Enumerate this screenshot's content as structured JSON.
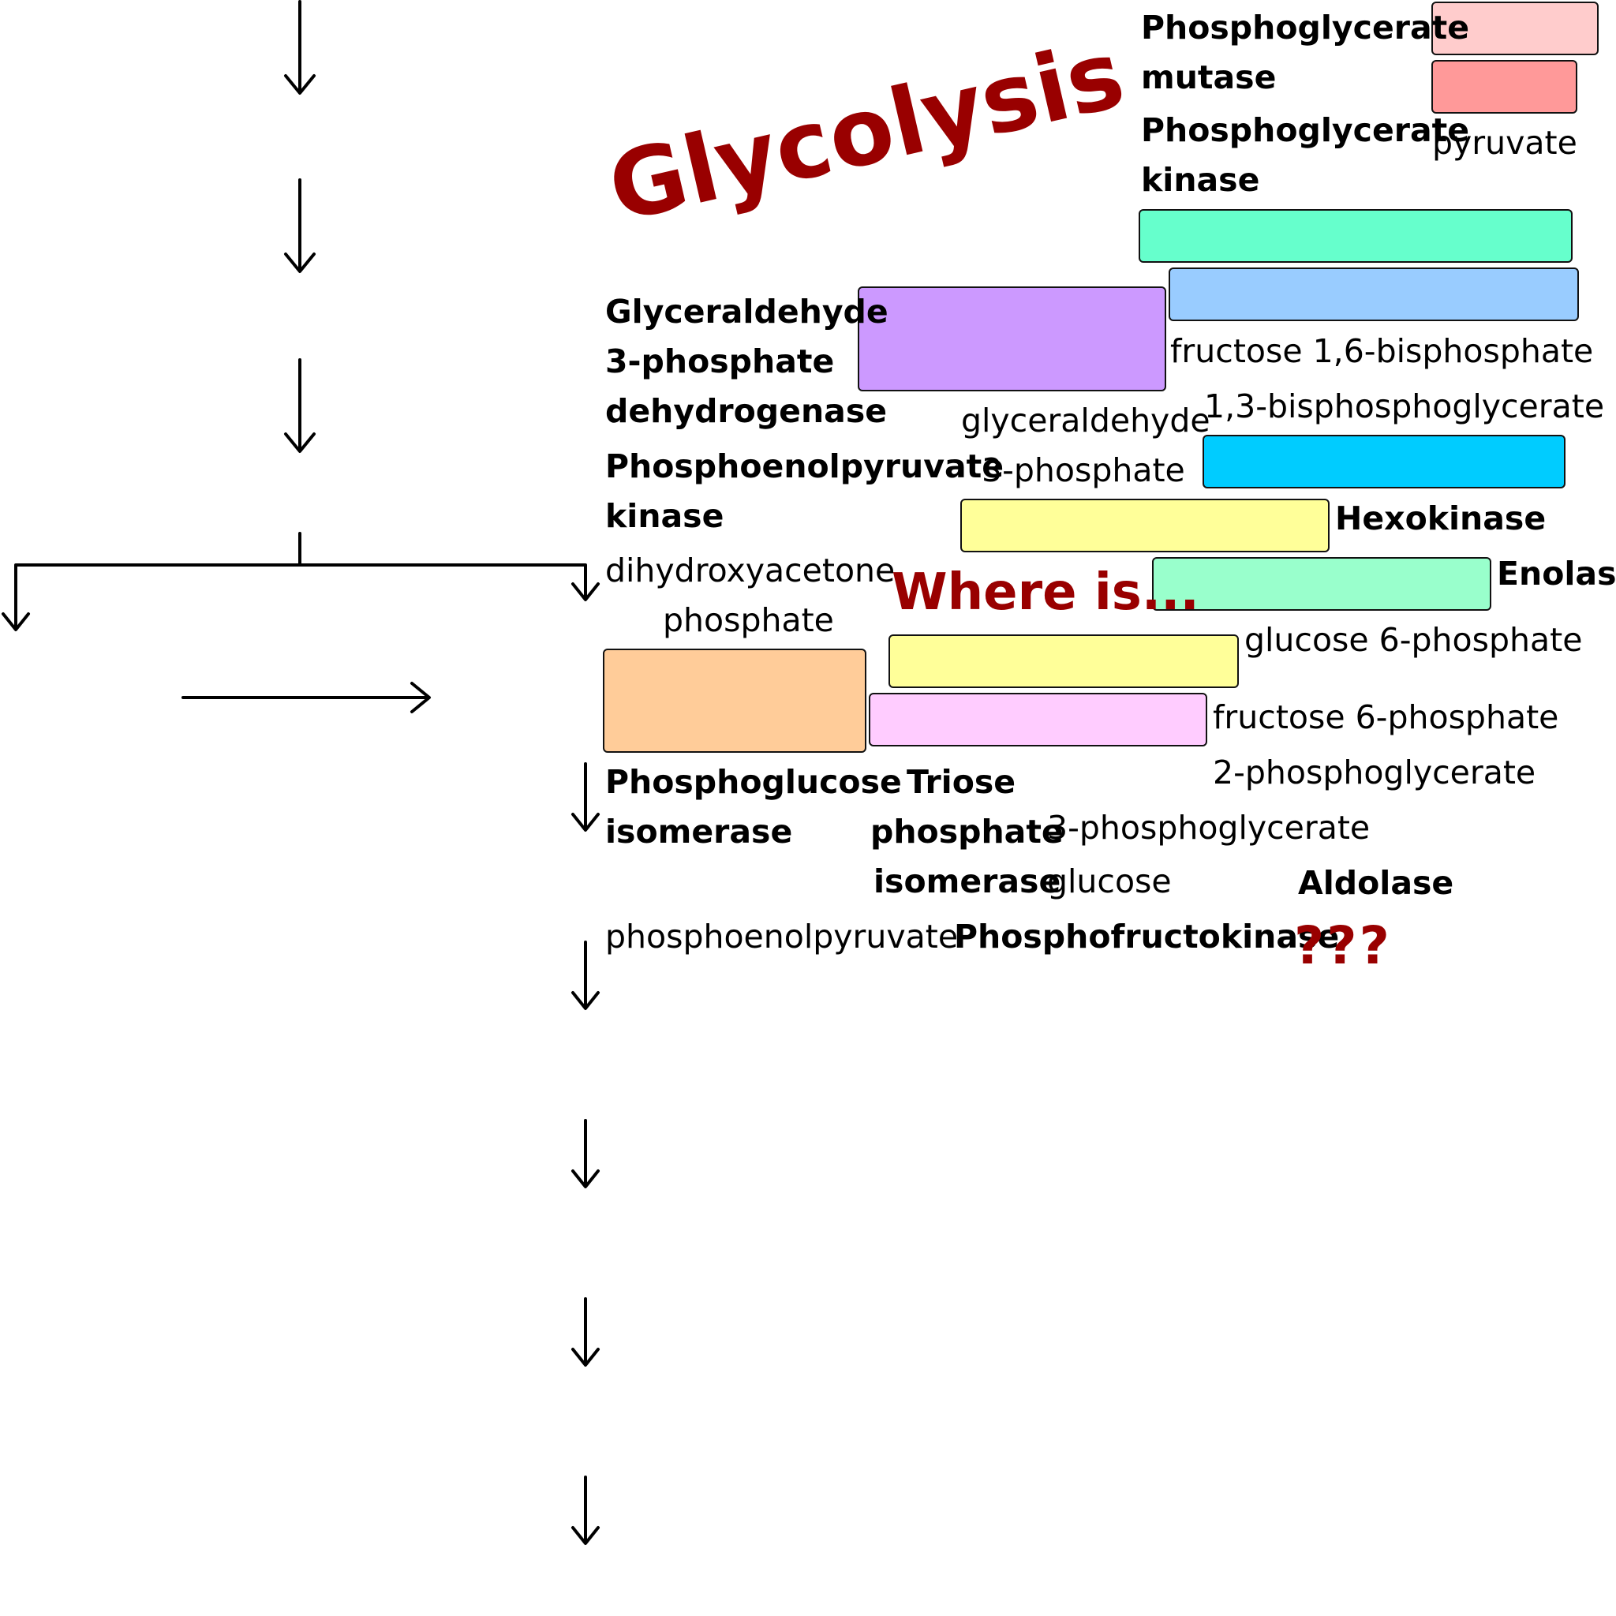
{
  "title": "Glycolysis",
  "prompt_text": "Where is...",
  "question_marks": "???",
  "enzymes": {
    "phosphoglycerate_mutase": [
      "Phosphoglycerate",
      "mutase"
    ],
    "phosphoglycerate_kinase": [
      "Phosphoglycerate",
      "kinase"
    ],
    "gapdh": [
      "Glyceraldehyde",
      "3-phosphate",
      "dehydrogenase"
    ],
    "pep_kinase": [
      "Phosphoenolpyruvate",
      "kinase"
    ],
    "hexokinase": "Hexokinase",
    "enolase": "Enolase",
    "phosphoglucose_isomerase": [
      "Phosphoglucose",
      "isomerase"
    ],
    "triose_phosphate_isomerase": [
      "Triose",
      "phosphate",
      "isomerase"
    ],
    "aldolase": "Aldolase",
    "phosphofructokinase": "Phosphofructokinase"
  },
  "metabolites": {
    "pyruvate": "pyruvate",
    "fructose_16_bisphosphate": "fructose 1,6-bisphosphate",
    "glyceraldehyde_3_phosphate": [
      "glyceraldehyde",
      "3-phosphate"
    ],
    "bisphosphoglycerate": "1,3-bisphosphoglycerate",
    "dihydroxyacetone_phosphate": [
      "dihydroxyacetone",
      "phosphate"
    ],
    "glucose_6_phosphate": "glucose 6-phosphate",
    "fructose_6_phosphate": "fructose 6-phosphate",
    "phosphoglycerate_2": "2-phosphoglycerate",
    "phosphoglycerate_3": "3-phosphoglycerate",
    "glucose": "glucose",
    "phosphoenolpyruvate": "phosphoenolpyruvate"
  },
  "answer_box_colors": {
    "light_pink": "#ffcccc",
    "salmon": "#ff9999",
    "mint": "#66ffcc",
    "light_blue": "#99ccff",
    "lavender": "#cc99ff",
    "cyan": "#00ccff",
    "pale_yellow_1": "#ffff99",
    "pale_mint": "#99ffcc",
    "pale_yellow_2": "#ffff99",
    "peach": "#ffcc99",
    "light_magenta": "#ffccff"
  }
}
